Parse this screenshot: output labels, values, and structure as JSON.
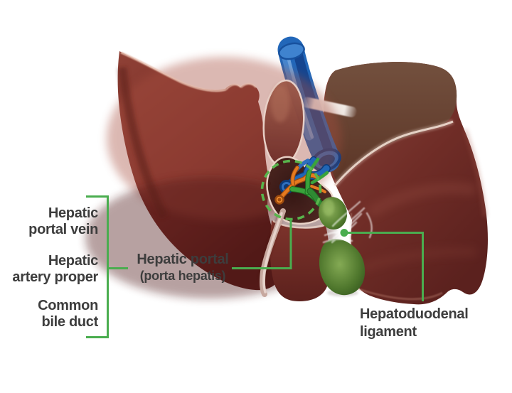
{
  "colors": {
    "annotation_green": "#4aad4f",
    "dashed_circle_green": "#58b44c",
    "label_text": "#3d3d3d",
    "liver_red": "#7c2f29",
    "bare_area_brown": "#69432f",
    "vena_cava_blue": "#2267b9",
    "gallbladder_green": "#53762e",
    "artery_orange": "#e67a1f",
    "bile_duct_green": "#3aa33c"
  },
  "labels": {
    "left": [
      {
        "line1": "Hepatic",
        "line2": "portal vein"
      },
      {
        "line1": "Hepatic",
        "line2": "artery proper"
      },
      {
        "line1": "Common",
        "line2": "bile duct"
      }
    ],
    "center": {
      "line1": "Hepatic portal",
      "line2": "(porta hepatis)"
    },
    "right": {
      "line1": "Hepatoduodenal",
      "line2": "ligament"
    }
  }
}
